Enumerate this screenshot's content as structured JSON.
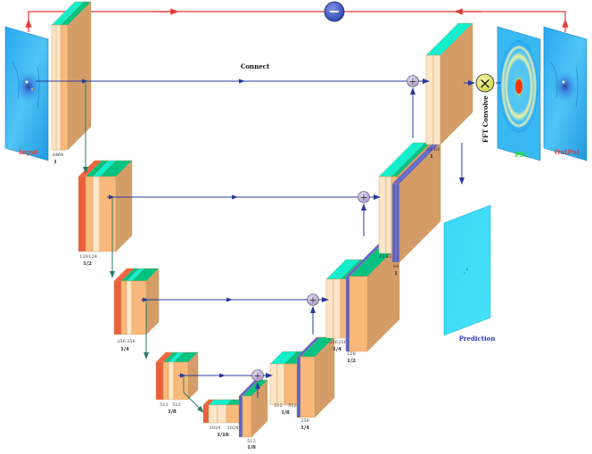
{
  "labels": {
    "input": "Input",
    "output": "OutPut",
    "psf": "PSF",
    "prediction": "Prediction",
    "connect": "Connect",
    "fft_convolve": "FFT Convolve",
    "minus_symbol": "−",
    "plus_symbol": "+",
    "times_symbol": "×"
  },
  "colors": {
    "arrow_red": "#e53935",
    "arrow_blue": "#2a3a9a",
    "arrow_teal": "#2a7a6a",
    "block_light": "#fde6c8",
    "block_orange": "#f9b97a",
    "block_red": "#e8603c",
    "block_blue": "#5a62c8",
    "label_red": "#e53935",
    "label_green": "#22dd22",
    "label_blue": "#2a3acd",
    "op_purple": "#b9a9d4",
    "minus_blue": "#3a56c8"
  },
  "encoder": [
    {
      "id": "enc1",
      "channels_a": "64",
      "channels_b": "64",
      "scale": "1"
    },
    {
      "id": "enc2",
      "channels_a": "128",
      "channels_b": "128",
      "scale": "1/2"
    },
    {
      "id": "enc3",
      "channels_a": "256",
      "channels_b": "256",
      "scale": "1/4"
    },
    {
      "id": "enc4",
      "channels_a": "512",
      "channels_b": "512",
      "scale": "1/8"
    },
    {
      "id": "bott",
      "channels_a": "1024",
      "channels_b": "1024",
      "scale": "1/16"
    }
  ],
  "decoder": [
    {
      "id": "dec4_up",
      "channels": "512",
      "scale": "1/8"
    },
    {
      "id": "dec4",
      "channels_a": "512",
      "channels_b": "512",
      "scale": "1/8"
    },
    {
      "id": "dec3_up",
      "channels": "256",
      "scale": "1/4"
    },
    {
      "id": "dec3",
      "channels_a": "256",
      "channels_b": "256",
      "scale": "1/4"
    },
    {
      "id": "dec2_up",
      "channels": "128",
      "scale": "1/2"
    },
    {
      "id": "dec2",
      "channels_a": "128",
      "channels_b": "128",
      "scale": "1/2"
    },
    {
      "id": "dec1_up",
      "channels": "64",
      "scale": "1"
    },
    {
      "id": "dec1",
      "channels_a": "64",
      "channels_b": "64",
      "scale": "1"
    }
  ]
}
